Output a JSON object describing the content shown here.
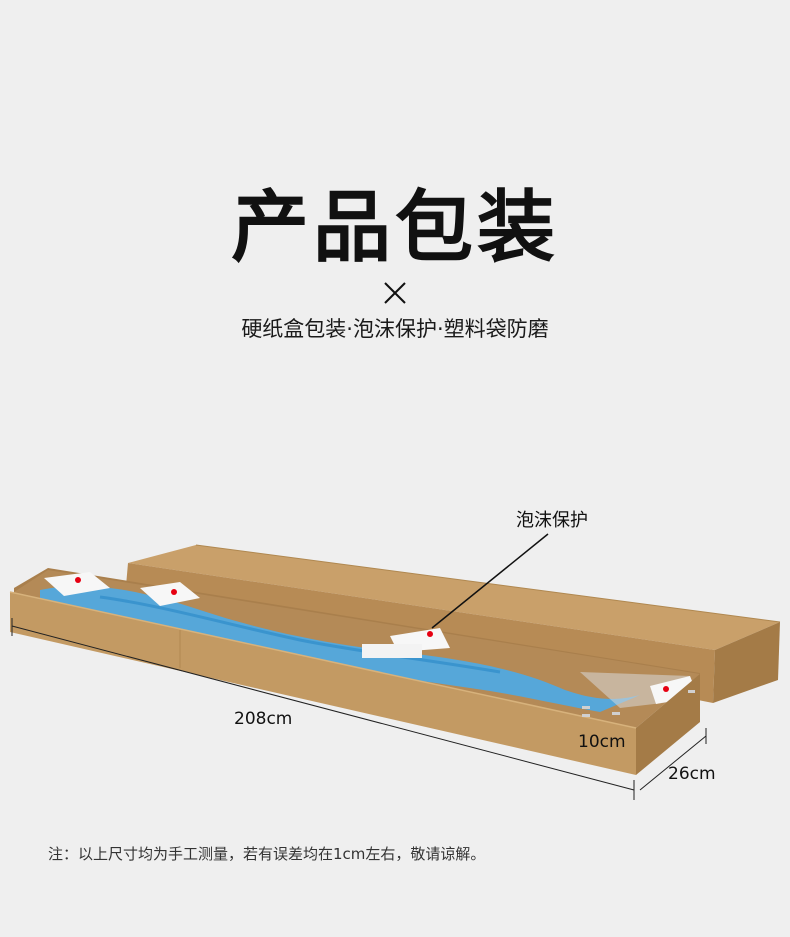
{
  "heading": {
    "title": "产品包装",
    "subtitle": "硬纸盒包装·泡沫保护·塑料袋防磨"
  },
  "illustration": {
    "callout_label": "泡沫保护",
    "length_label": "208cm",
    "height_label": "10cm",
    "width_label": "26cm",
    "colors": {
      "cardboard": "#c39a63",
      "cardboard_dark": "#a47b47",
      "foam": "#f7f7f7",
      "plastic_blue": "#4ea9e4",
      "marker_red": "#e60012"
    }
  },
  "footer": {
    "note": "注：以上尺寸均为手工测量，若有误差均在1cm左右，敬请谅解。"
  }
}
